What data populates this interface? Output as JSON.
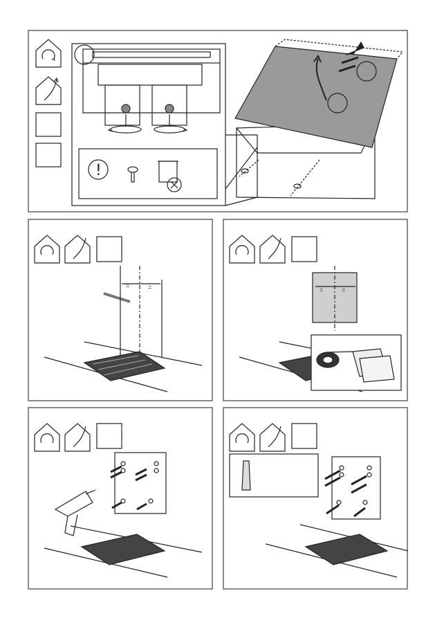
{
  "steps": [
    {
      "id": "top",
      "number": "",
      "callouts": [
        "",
        "",
        ""
      ]
    },
    {
      "id": "mid-left",
      "number": ""
    },
    {
      "id": "mid-right",
      "number": ""
    },
    {
      "id": "bot-left",
      "number": ""
    },
    {
      "id": "bot-right",
      "number": ""
    }
  ],
  "warning_symbol": "!",
  "dim_symbol": "=",
  "icons": {
    "recirculation": "recirculation-mode-icon",
    "extraction": "extraction-mode-icon",
    "warning": "warning-icon",
    "prohibited": "prohibited-icon"
  },
  "colors": {
    "frame": "#8a8a8a",
    "line": "#222222",
    "hood_top": "#9a9a9a",
    "template": "#cfcfcf"
  }
}
